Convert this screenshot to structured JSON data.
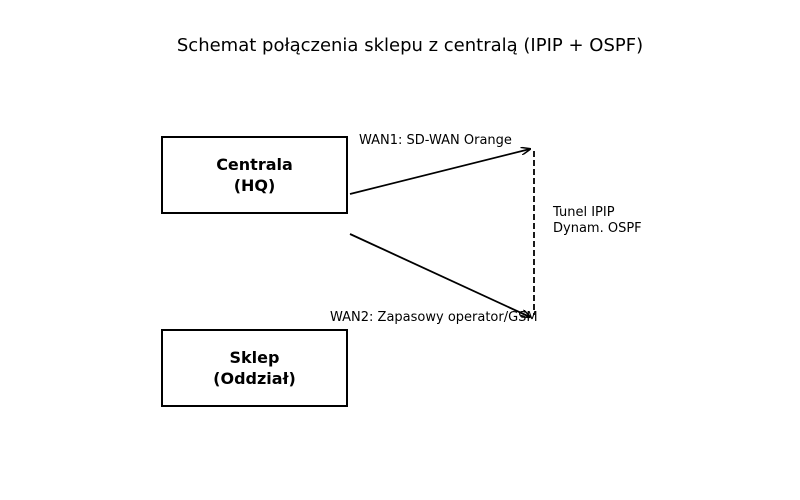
{
  "diagram": {
    "title": "Schemat połączenia sklepu z centralą (IPIP + OSPF)",
    "nodes": {
      "hq": {
        "line1": "Centrala",
        "line2": "(HQ)"
      },
      "shop": {
        "line1": "Sklep",
        "line2": "(Oddział)"
      }
    },
    "edges": {
      "wan1": {
        "label": "WAN1: SD-WAN Orange",
        "style": "solid-arrow"
      },
      "wan2": {
        "label": "WAN2: Zapasowy operator/GSM",
        "style": "solid-arrow"
      },
      "tunnel": {
        "line1": "Tunel IPIP",
        "line2": "Dynam. OSPF",
        "style": "dashed"
      }
    },
    "colors": {
      "stroke": "#000000",
      "background": "#ffffff"
    }
  }
}
